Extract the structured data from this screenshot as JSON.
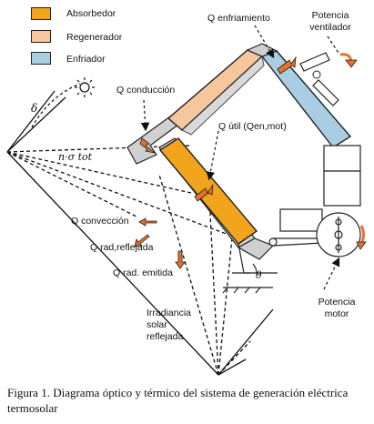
{
  "legend": [
    {
      "label": "Absorbedor",
      "color": "#f2a51c"
    },
    {
      "label": "Regenerador",
      "color": "#f6c69d"
    },
    {
      "label": "Enfriador",
      "color": "#a9cde3"
    }
  ],
  "labels": {
    "q_enfriamiento": "Q enfriamiento",
    "potencia_ventilador": "Potencia\nventilador",
    "q_conduccion": "Q conducción",
    "q_util": "Q útil (Qen,mot)",
    "n_sigma_tot": "n·σ tot",
    "q_conveccion": "Q convección",
    "q_rad_reflejada": "Q rad,reflejada",
    "q_rad_emitida": "Q rad. emitida",
    "irradiancia": "Irradiancia\nsolar\nreflejada",
    "potencia_motor": "Potencia\nmotor",
    "delta": "δ",
    "theta": "θ"
  },
  "caption": {
    "figure": "Figura 1.",
    "text": "Diagrama óptico y térmico del sistema de generación eléctrica termosolar"
  },
  "colors": {
    "absorber": "#f2a51c",
    "regenerator": "#f6c69d",
    "cooler": "#a9cde3",
    "gray": "#d0d0d0",
    "arrow": "#e8702a",
    "outline": "#222222"
  }
}
